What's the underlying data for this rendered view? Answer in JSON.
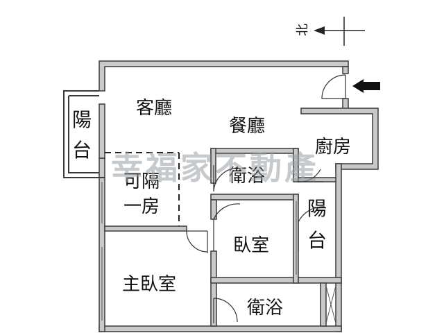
{
  "compass": {
    "label": "北"
  },
  "watermark": "幸福家不動產",
  "rooms": {
    "living": "客廳",
    "dining": "餐廳",
    "kitchen": "廚房",
    "balcony_left_1": "陽",
    "balcony_left_2": "台",
    "flex_room_1": "可隔",
    "flex_room_2": "一房",
    "bath_top": "衛浴",
    "bedroom": "臥室",
    "balcony_right_1": "陽",
    "balcony_right_2": "台",
    "master_bedroom": "主臥室",
    "bath_bottom": "衛浴"
  },
  "colors": {
    "wall": "#3a3a3a",
    "wall_fill": "#c9c9c9",
    "watermark": "#9aa0a6"
  },
  "icons": [
    "entrance-arrow-icon",
    "compass-arrow-icon"
  ]
}
